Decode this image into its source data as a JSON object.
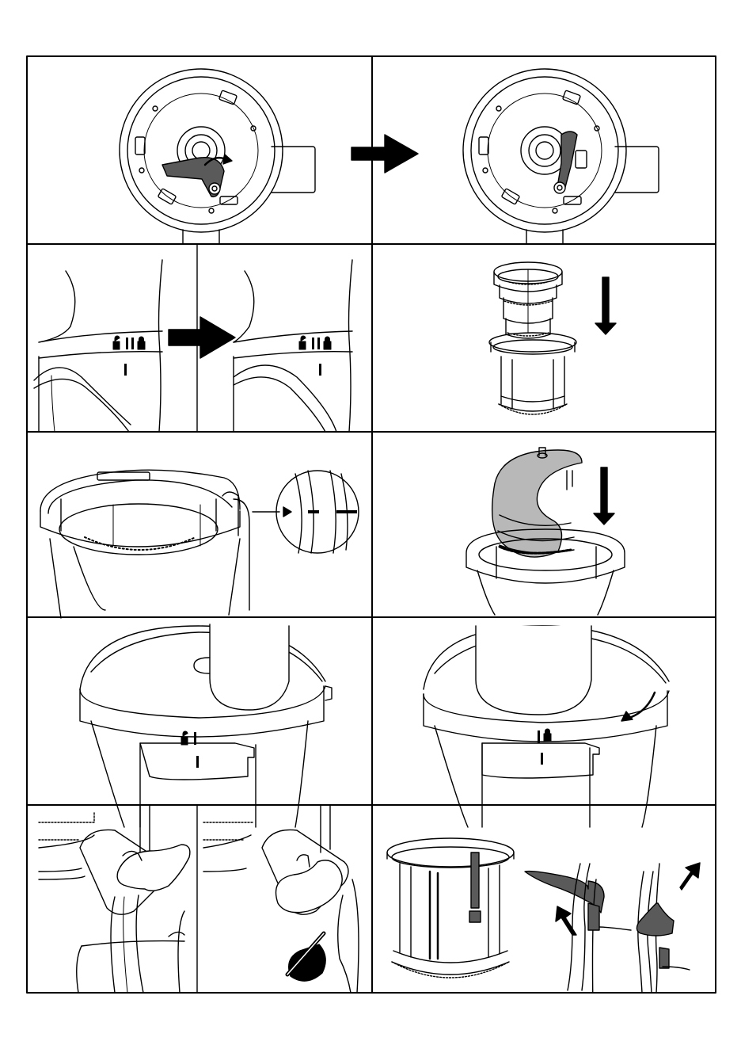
{
  "document": {
    "type": "assembly-instruction-sheet",
    "accent_color": "#000000",
    "fill_dark": "#5a5a5a",
    "fill_light": "#ffffff"
  },
  "panels": [
    {
      "id": "lock-lever-rotate",
      "icons": [
        "base-top-view-icon",
        "lever-icon",
        "curved-arrow-icon",
        "arrow-right-icon"
      ]
    },
    {
      "id": "lock-lever-rotated",
      "icons": [
        "base-top-view-icon",
        "lever-icon"
      ]
    },
    {
      "id": "align-marks-before",
      "icons": [
        "unlock-icon",
        "lock-icon",
        "arrow-right-icon"
      ]
    },
    {
      "id": "align-marks-after",
      "icons": [
        "unlock-icon",
        "lock-icon"
      ]
    },
    {
      "id": "insert-strainer",
      "icons": [
        "strainer-icon",
        "brush-holder-icon",
        "arrow-down-icon"
      ]
    },
    {
      "id": "bowl-alignment-detail",
      "icons": [
        "bowl-icon",
        "magnifier-detail-icon",
        "triangle-mark-icon"
      ]
    },
    {
      "id": "insert-auger",
      "icons": [
        "auger-icon",
        "arrow-down-icon"
      ]
    },
    {
      "id": "lid-placed-unlocked",
      "icons": [
        "lid-icon",
        "unlock-icon"
      ]
    },
    {
      "id": "lid-turned-locked",
      "icons": [
        "lid-icon",
        "lock-icon",
        "curved-arrow-icon"
      ]
    },
    {
      "id": "juice-cap-open",
      "icons": [
        "juice-spout-icon",
        "cap-icon"
      ]
    },
    {
      "id": "juice-cap-closed",
      "icons": [
        "juice-spout-icon",
        "cap-icon",
        "no-drip-icon"
      ]
    },
    {
      "id": "brush-holder-wipers",
      "icons": [
        "brush-holder-icon",
        "wiper-blade-icon",
        "arrow-up-icon"
      ]
    }
  ]
}
